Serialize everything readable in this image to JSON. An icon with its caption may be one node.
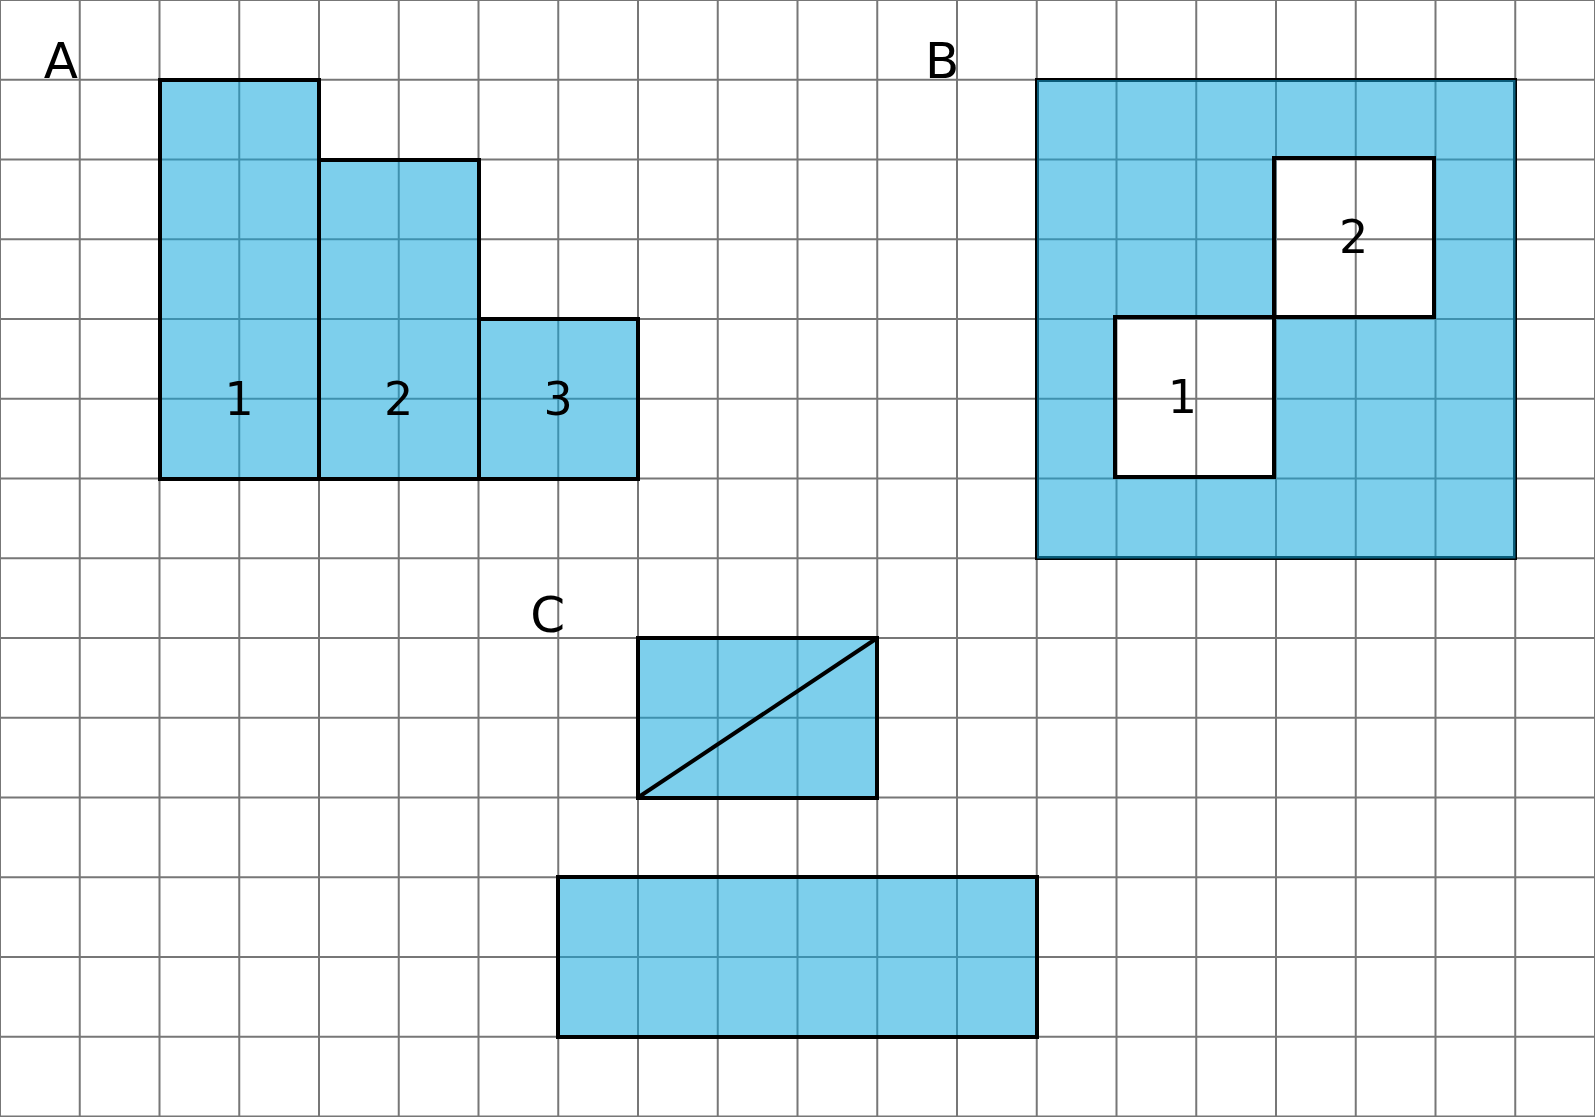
{
  "diagram": {
    "nodes": [
      {
        "text": [
          "1"
        ]
      },
      {
        "text": [
          "2"
        ]
      },
      {
        "text": [
          "3"
        ]
      },
      {
        "text": [],
        "shape": "box"
      },
      {
        "text": [
          "2"
        ],
        "in": 3
      },
      {
        "text": [
          "1"
        ],
        "in": 3
      },
      {
        "text": [],
        "shape": "box"
      },
      {
        "text": [],
        "shape": "box"
      }
    ],
    "labels": [
      "A",
      "B",
      "C"
    ]
  }
}
